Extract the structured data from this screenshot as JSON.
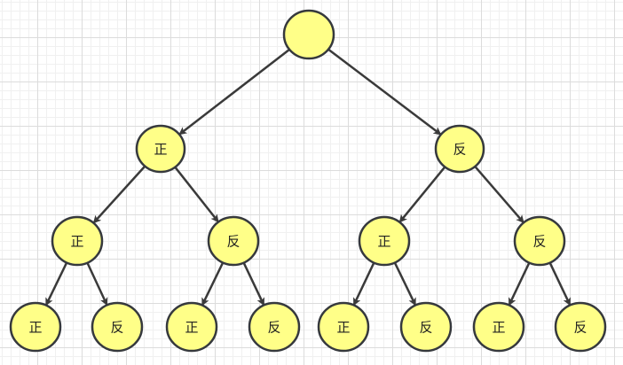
{
  "diagram": {
    "type": "binary-tree",
    "colors": {
      "node_fill": "#ffff88",
      "node_stroke": "#36393d",
      "edge": "#3a3a3a",
      "text": "#222222"
    },
    "nodes": [
      {
        "id": "root",
        "label": ""
      },
      {
        "id": "l1-0",
        "label": "正"
      },
      {
        "id": "l1-1",
        "label": "反"
      },
      {
        "id": "l2-0",
        "label": "正"
      },
      {
        "id": "l2-1",
        "label": "反"
      },
      {
        "id": "l2-2",
        "label": "正"
      },
      {
        "id": "l2-3",
        "label": "反"
      },
      {
        "id": "l3-0",
        "label": "正"
      },
      {
        "id": "l3-1",
        "label": "反"
      },
      {
        "id": "l3-2",
        "label": "正"
      },
      {
        "id": "l3-3",
        "label": "反"
      },
      {
        "id": "l3-4",
        "label": "正"
      },
      {
        "id": "l3-5",
        "label": "反"
      },
      {
        "id": "l3-6",
        "label": "正"
      },
      {
        "id": "l3-7",
        "label": "反"
      }
    ],
    "edges": [
      {
        "from": "root",
        "to": "l1-0"
      },
      {
        "from": "root",
        "to": "l1-1"
      },
      {
        "from": "l1-0",
        "to": "l2-0"
      },
      {
        "from": "l1-0",
        "to": "l2-1"
      },
      {
        "from": "l1-1",
        "to": "l2-2"
      },
      {
        "from": "l1-1",
        "to": "l2-3"
      },
      {
        "from": "l2-0",
        "to": "l3-0"
      },
      {
        "from": "l2-0",
        "to": "l3-1"
      },
      {
        "from": "l2-1",
        "to": "l3-2"
      },
      {
        "from": "l2-1",
        "to": "l3-3"
      },
      {
        "from": "l2-2",
        "to": "l3-4"
      },
      {
        "from": "l2-2",
        "to": "l3-5"
      },
      {
        "from": "l2-3",
        "to": "l3-6"
      },
      {
        "from": "l2-3",
        "to": "l3-7"
      }
    ]
  }
}
